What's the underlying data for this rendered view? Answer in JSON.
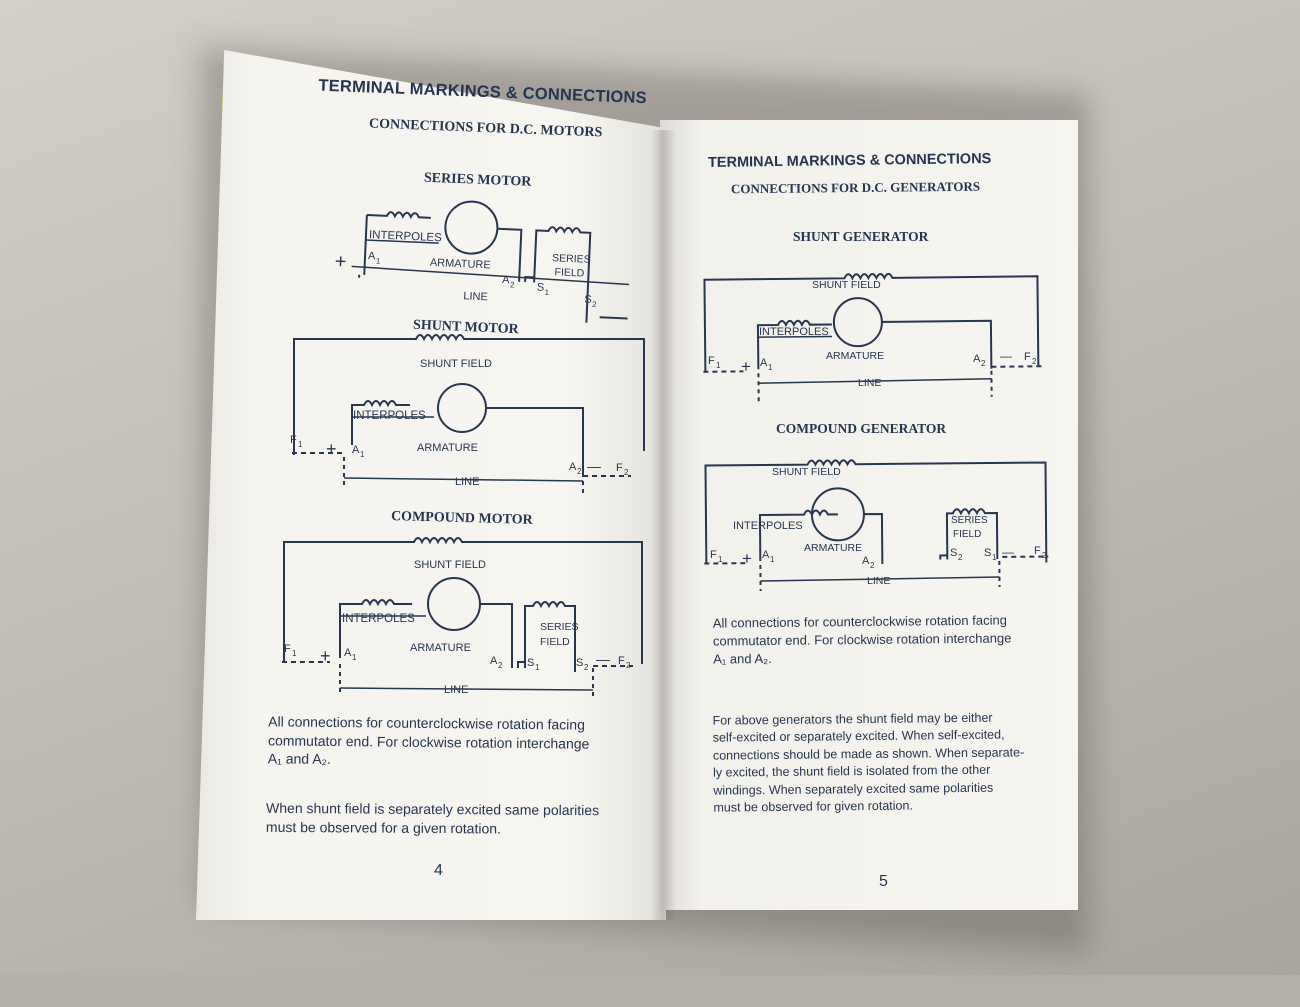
{
  "left_page": {
    "title": "TERMINAL MARKINGS & CONNECTIONS",
    "subtitle": "CONNECTIONS FOR D.C. MOTORS",
    "series_motor": {
      "heading": "SERIES MOTOR",
      "labels": {
        "interpoles": "INTERPOLES",
        "armature": "ARMATURE",
        "series": "SERIES",
        "field": "FIELD",
        "line": "LINE",
        "plus": "+",
        "minus": "—",
        "a1": "A",
        "a2": "A",
        "s1": "S",
        "s2": "S",
        "sub1": "1",
        "sub2": "2"
      }
    },
    "shunt_motor": {
      "heading": "SHUNT MOTOR",
      "labels": {
        "shunt_field": "SHUNT FIELD",
        "interpoles": "INTERPOLES",
        "armature": "ARMATURE",
        "line": "LINE",
        "plus": "+",
        "minus": "—",
        "f1": "F",
        "f2": "F",
        "a1": "A",
        "a2": "A",
        "sub1": "1",
        "sub2": "2"
      }
    },
    "compound_motor": {
      "heading": "COMPOUND MOTOR",
      "labels": {
        "shunt_field": "SHUNT FIELD",
        "interpoles": "INTERPOLES",
        "armature": "ARMATURE",
        "series": "SERIES",
        "field": "FIELD",
        "line": "LINE",
        "plus": "+",
        "minus": "—",
        "f1": "F",
        "f2": "F",
        "a1": "A",
        "a2": "A",
        "s1": "S",
        "s2": "S",
        "sub1": "1",
        "sub2": "2"
      }
    },
    "note1": [
      "All connections for counterclockwise rotation facing",
      "commutator end.  For clockwise rotation interchange",
      "A₁ and A₂."
    ],
    "note2": [
      "When shunt field is separately excited same polarities",
      "must be observed for a given rotation."
    ],
    "page_number": "4"
  },
  "right_page": {
    "title": "TERMINAL MARKINGS & CONNECTIONS",
    "subtitle": "CONNECTIONS FOR D.C. GENERATORS",
    "shunt_generator": {
      "heading": "SHUNT GENERATOR",
      "labels": {
        "shunt_field": "SHUNT FIELD",
        "interpoles": "INTERPOLES",
        "armature": "ARMATURE",
        "line": "LINE",
        "plus": "+",
        "minus": "—",
        "f1": "F",
        "f2": "F",
        "a1": "A",
        "a2": "A",
        "sub1": "1",
        "sub2": "2"
      }
    },
    "compound_generator": {
      "heading": "COMPOUND GENERATOR",
      "labels": {
        "shunt_field": "SHUNT FIELD",
        "interpoles": "INTERPOLES",
        "armature": "ARMATURE",
        "series": "SERIES",
        "field": "FIELD",
        "line": "LINE",
        "plus": "+",
        "minus": "—",
        "f1": "F",
        "f2": "F",
        "a1": "A",
        "a2": "A",
        "s1": "S",
        "s2": "S",
        "sub1": "1",
        "sub2": "2"
      }
    },
    "note1": [
      "All connections for counterclockwise rotation facing",
      "commutator end.  For clockwise rotation interchange",
      "A₁ and A₂."
    ],
    "note2": [
      "For above generators the shunt field may be either",
      "self-excited or separately excited.  When self-excited,",
      "connections should be made as shown.  When separate-",
      "ly excited, the shunt field is isolated from the other",
      "windings.  When separately excited same polarities",
      "must be observed for given rotation."
    ],
    "page_number": "5"
  },
  "colors": {
    "ink": "#283650",
    "paper": "#f4f3ee",
    "cover": "#b6b238"
  }
}
